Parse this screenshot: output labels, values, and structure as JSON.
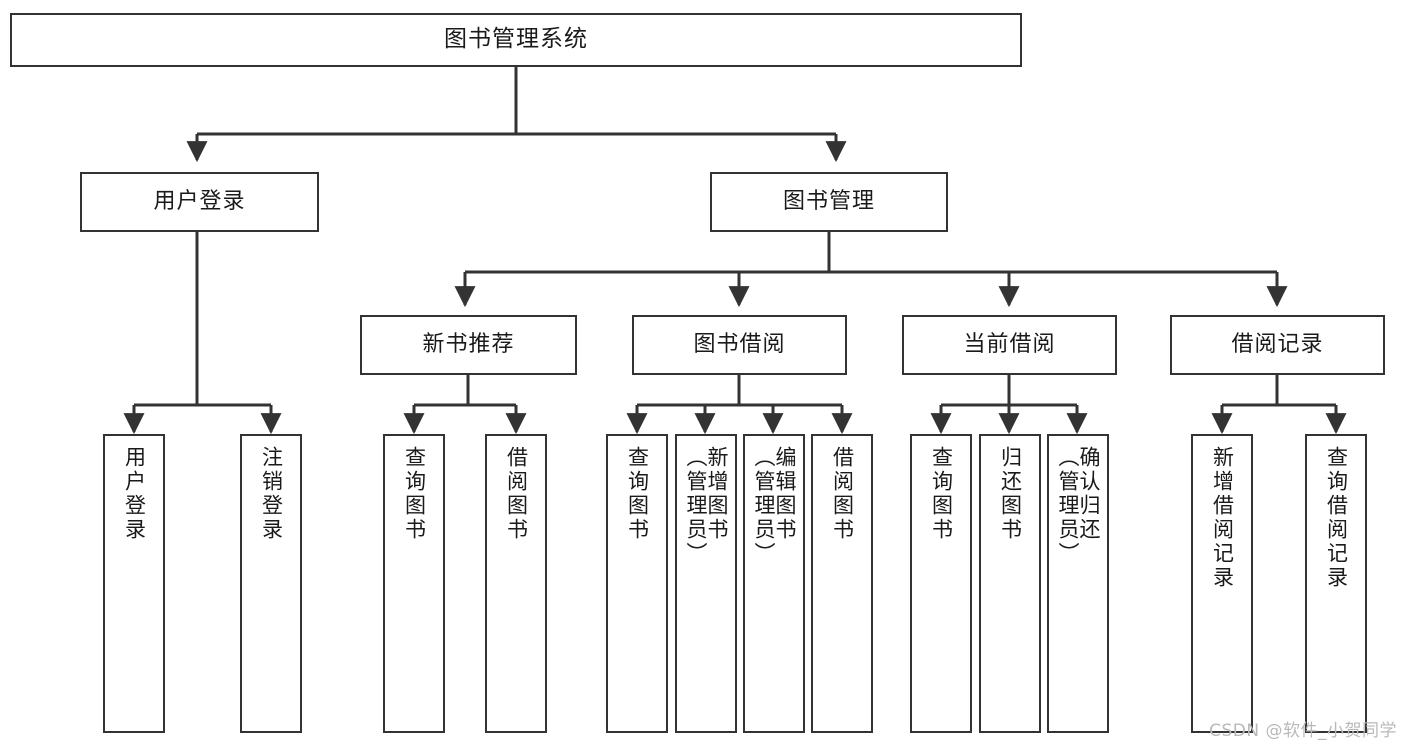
{
  "diagram": {
    "title": "图书管理系统",
    "type": "tree-hierarchy-diagram",
    "colors": {
      "box_border": "#333333",
      "box_fill": "#ffffff",
      "connector": "#333333",
      "text": "#1a1a1a",
      "watermark": "#b9b9b9",
      "background": "#ffffff"
    },
    "watermark": "CSDN @软件_小贺同学",
    "root": {
      "label": "图书管理系统"
    },
    "level2": [
      {
        "label": "用户登录"
      },
      {
        "label": "图书管理"
      }
    ],
    "level3": [
      {
        "label": "新书推荐"
      },
      {
        "label": "图书借阅"
      },
      {
        "label": "当前借阅"
      },
      {
        "label": "借阅记录"
      }
    ],
    "leaves": {
      "user_login": [
        {
          "label": "用户登录"
        },
        {
          "label": "注销登录"
        }
      ],
      "new_book_recommend": [
        {
          "label": "查询图书"
        },
        {
          "label": "借阅图书"
        }
      ],
      "book_borrow": [
        {
          "label": "查询图书"
        },
        {
          "label": "新增图书\n（管理员）"
        },
        {
          "label": "编辑图书\n（管理员）"
        },
        {
          "label": "借阅图书"
        }
      ],
      "current_borrow": [
        {
          "label": "查询图书"
        },
        {
          "label": "归还图书"
        },
        {
          "label": "确认归还\n（管理员）"
        }
      ],
      "borrow_record": [
        {
          "label": "新增借阅记录"
        },
        {
          "label": "查询借阅记录"
        }
      ]
    }
  }
}
